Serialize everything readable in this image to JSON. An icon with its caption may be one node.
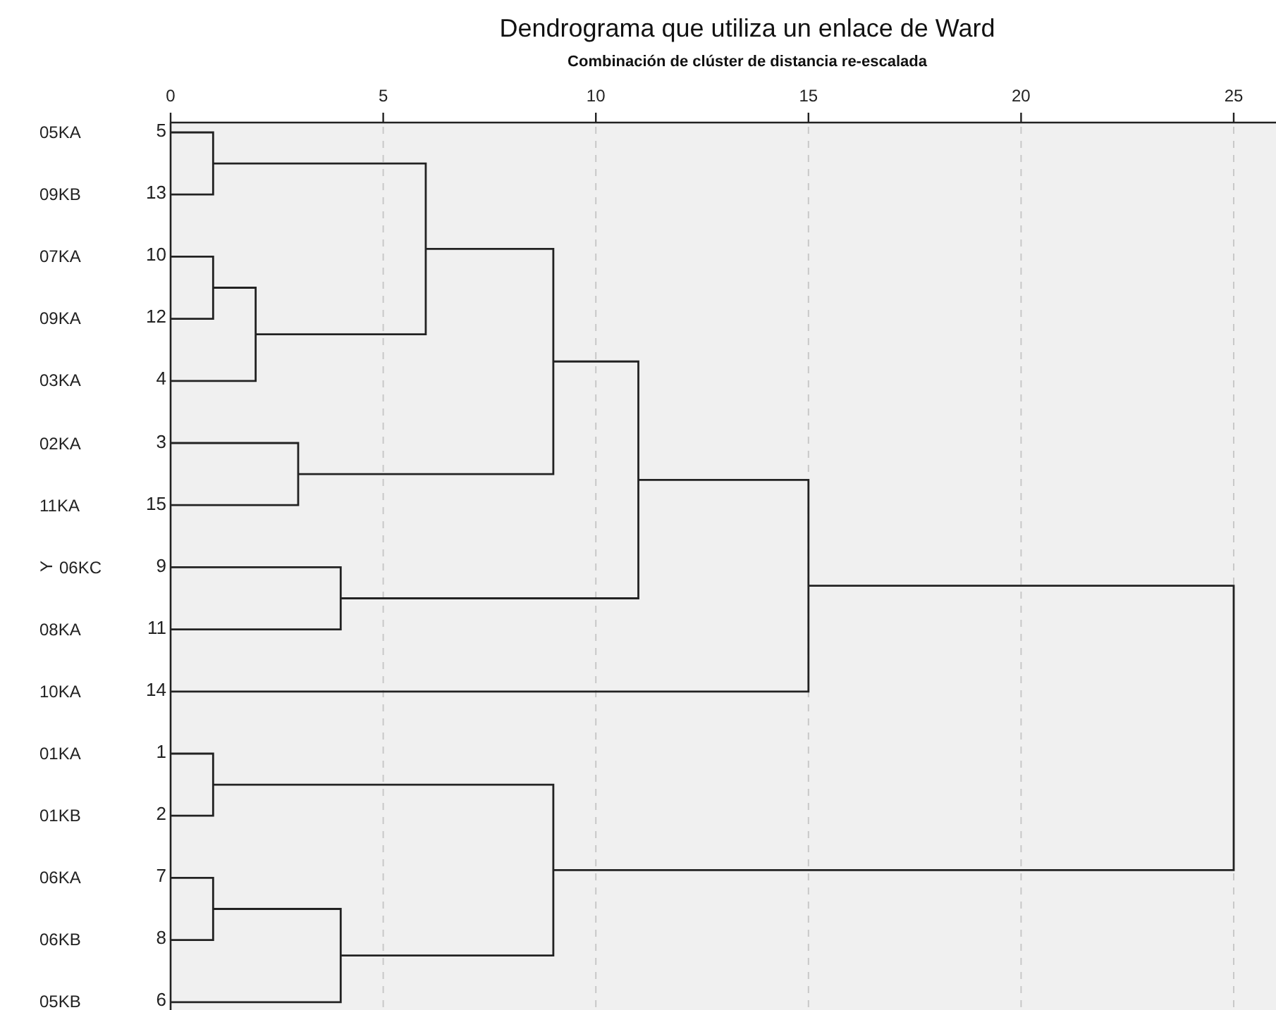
{
  "diagram": {
    "title": "Dendrograma que utiliza un enlace de Ward",
    "labels": [
      "Combinación de clúster de distancia re-escalada",
      "0",
      "5",
      "10",
      "15",
      "20",
      "25",
      "Y",
      "05KA",
      "5",
      "09KB",
      "13",
      "07KA",
      "10",
      "09KA",
      "12",
      "03KA",
      "4",
      "02KA",
      "3",
      "11KA",
      "15",
      "06KC",
      "9",
      "08KA",
      "11",
      "10KA",
      "14",
      "01KA",
      "1",
      "01KB",
      "2",
      "06KA",
      "7",
      "06KB",
      "8",
      "05KB",
      "6"
    ]
  }
}
